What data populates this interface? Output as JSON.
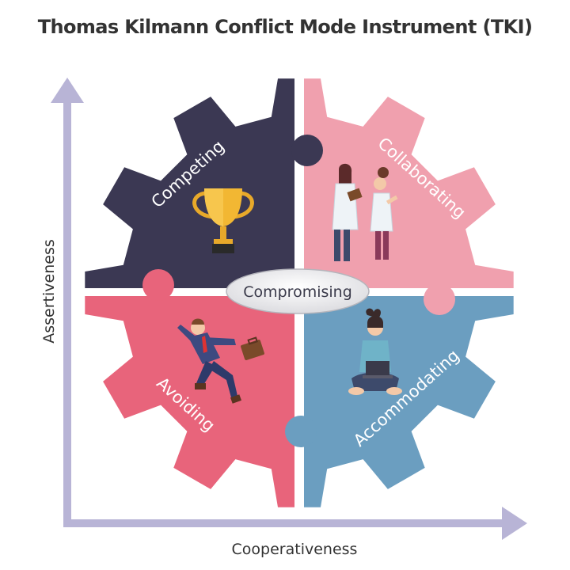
{
  "title": "Thomas Kilmann Conflict Mode Instrument (TKI)",
  "axes": {
    "x_label": "Cooperativeness",
    "y_label": "Assertiveness",
    "color": "#b8b4d6"
  },
  "quadrants": {
    "competing": {
      "label": "Competing",
      "color": "#3b3853",
      "icon": "trophy-icon"
    },
    "collaborating": {
      "label": "Collaborating",
      "color": "#f0a0ae",
      "icon": "colleagues-icon"
    },
    "avoiding": {
      "label": "Avoiding",
      "color": "#e8647b",
      "icon": "running-businessman-icon"
    },
    "accommodating": {
      "label": "Accommodating",
      "color": "#6b9ec0",
      "icon": "person-with-laptop-icon"
    }
  },
  "center": {
    "label": "Compromising"
  }
}
